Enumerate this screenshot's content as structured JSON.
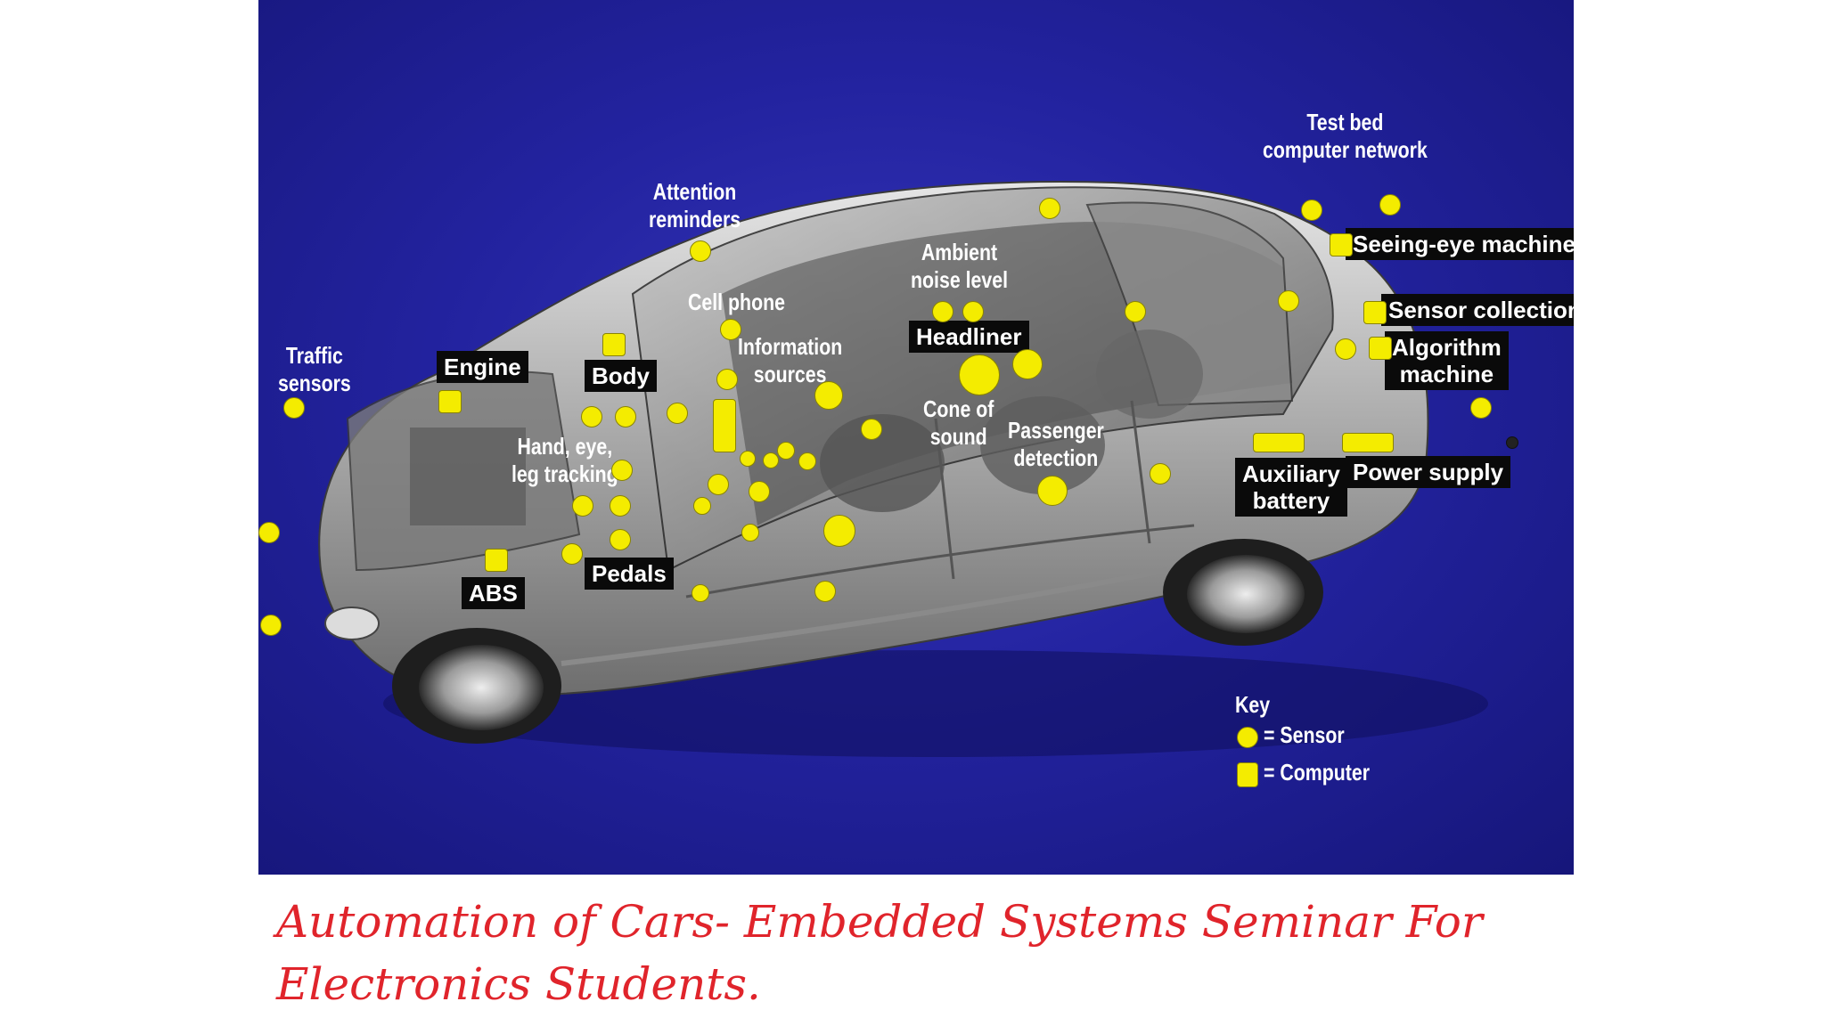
{
  "labels": {
    "test_bed": "Test bed\ncomputer network",
    "attention": "Attention\nreminders",
    "ambient": "Ambient\nnoise level",
    "cell_phone": "Cell phone",
    "information": "Information\nsources",
    "traffic": "Traffic\nsensors",
    "engine": "Engine",
    "body": "Body",
    "hand_eye": "Hand, eye,\nleg tracking",
    "headliner": "Headliner",
    "cone": "Cone of\nsound",
    "passenger": "Passenger\ndetection",
    "seeing_eye": "Seeing-eye machine",
    "sensor_collection": "Sensor collection",
    "algorithm": "Algorithm\nmachine",
    "auxiliary": "Auxiliary\nbattery",
    "power_supply": "Power supply",
    "abs": "ABS",
    "pedals": "Pedals"
  },
  "key": {
    "title": "Key",
    "sensor": "= Sensor",
    "computer": "= Computer"
  },
  "caption": "Automation of Cars- Embedded Systems Seminar For Electronics Students.",
  "colors": {
    "background": "#2323a0",
    "marker": "#f4ec00",
    "caption": "#e0242b"
  }
}
